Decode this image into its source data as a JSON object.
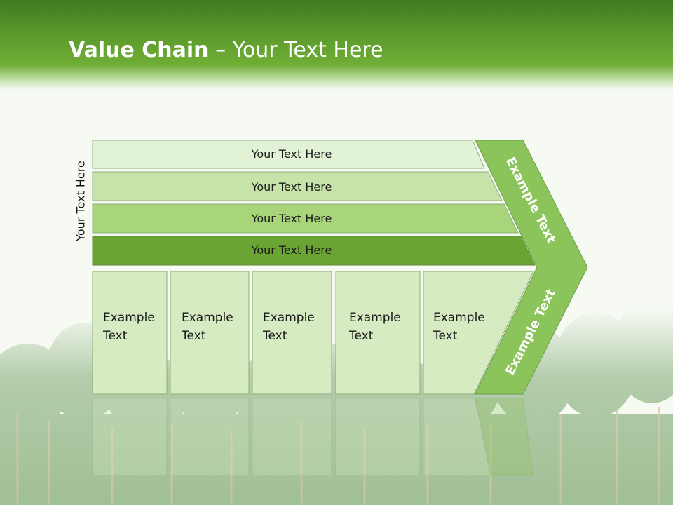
{
  "title": {
    "bold": "Value Chain",
    "rest": "– Your Text Here"
  },
  "side_label": "Your Text Here",
  "support_rows": [
    "Your Text Here",
    "Your Text Here",
    "Your Text Here",
    "Your Text Here"
  ],
  "primary_boxes": [
    [
      "Example",
      "Text"
    ],
    [
      "Example",
      "Text"
    ],
    [
      "Example",
      "Text"
    ],
    [
      "Example",
      "Text"
    ],
    [
      "Example",
      "Text"
    ]
  ],
  "chevron_labels": {
    "upper": "Example Text",
    "lower": "Example Text"
  },
  "colors": {
    "row1": "#e2f2d6",
    "row2": "#c6e4a9",
    "row3": "#a8d57a",
    "row4": "#6aa534",
    "box": "#d6ebc2",
    "chevron": "#8bc45a",
    "stroke": "#8fae78"
  }
}
